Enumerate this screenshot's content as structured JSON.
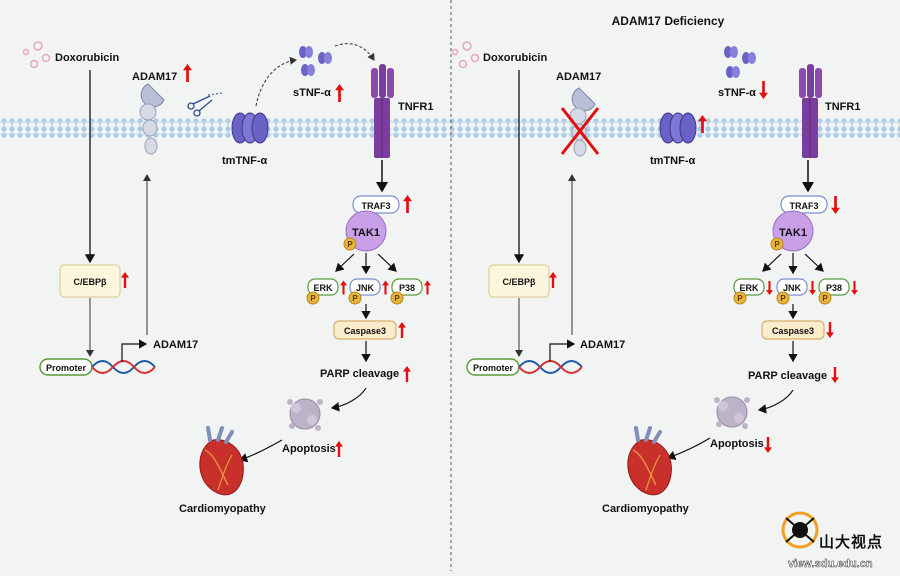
{
  "right_title": "ADAM17 Deficiency",
  "left": {
    "doxorubicin": "Doxorubicin",
    "adam17": "ADAM17",
    "stnf": "sTNF-α",
    "tnfr1": "TNFR1",
    "tmtnf": "tmTNF-α",
    "traf3": "TRAF3",
    "tak1": "TAK1",
    "p": "P",
    "erk": "ERK",
    "jnk": "JNK",
    "p38": "P38",
    "caspase3": "Caspase3",
    "parp": "PARP cleavage",
    "apoptosis": "Apoptosis",
    "cebp": "C/EBPβ",
    "promoter": "Promoter",
    "adam17_gene": "ADAM17",
    "cardio": "Cardiomyopathy"
  },
  "right": {
    "doxorubicin": "Doxorubicin",
    "adam17": "ADAM17",
    "stnf": "sTNF-α",
    "tnfr1": "TNFR1",
    "tmtnf": "tmTNF-α",
    "traf3": "TRAF3",
    "tak1": "TAK1",
    "p": "P",
    "erk": "ERK",
    "jnk": "JNK",
    "p38": "P38",
    "caspase3": "Caspase3",
    "parp": "PARP cleavage",
    "apoptosis": "Apoptosis",
    "cebp": "C/EBPβ",
    "promoter": "Promoter",
    "adam17_gene": "ADAM17",
    "cardio": "Cardiomyopathy"
  },
  "watermark": {
    "chinese": "山大视点",
    "url": "view.sdu.edu.cn"
  },
  "colors": {
    "up_arrow": "#e01010",
    "down_arrow": "#e01010",
    "membrane": "#b8d4ea",
    "tak1": "#c9a0e8",
    "receptor": "#7b3d9e",
    "phospho": "#e8b53c",
    "caspase_box": "#fbeccc",
    "promoter_box": "#5a9a3a"
  }
}
